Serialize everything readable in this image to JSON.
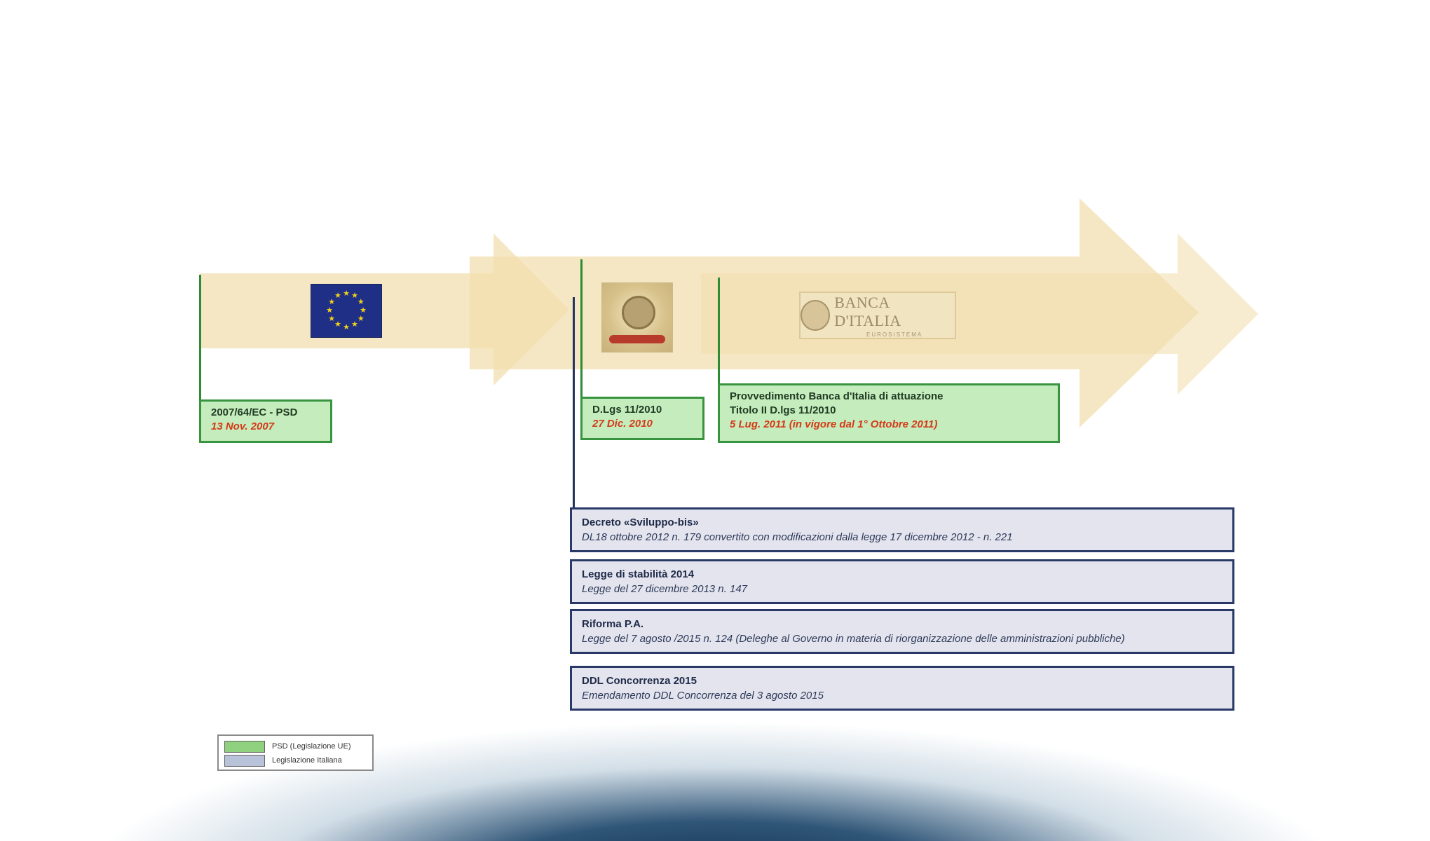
{
  "colors": {
    "eu_box_fill": "#c5ecbd",
    "eu_box_border": "#38943f",
    "date_red": "#d43a18",
    "it_box_fill": "#e4e4ee",
    "it_box_border": "#2a3a68",
    "arrow": "#f2dfaf"
  },
  "logos": {
    "eu_flag": "eu-flag-icon",
    "italian_emblem": "italian-republic-emblem-icon",
    "banca_italia": {
      "icon": "banca-ditalia-logo",
      "name": "BANCA D'ITALIA",
      "subtitle": "EUROSISTEMA"
    }
  },
  "timeline": {
    "eu_items": [
      {
        "title": "2007/64/EC - PSD",
        "date": "13 Nov. 2007"
      },
      {
        "title": "D.Lgs 11/2010",
        "date": "27 Dic. 2010"
      },
      {
        "title_lines": [
          "Provvedimento Banca d'Italia di attuazione",
          "Titolo II D.lgs 11/2010"
        ],
        "date": "5 Lug. 2011 (in vigore dal 1° Ottobre 2011)"
      }
    ],
    "it_items": [
      {
        "title": "Decreto «Sviluppo-bis»",
        "subtitle": "DL18 ottobre 2012 n. 179 convertito con modificazioni dalla legge 17 dicembre 2012 - n. 221"
      },
      {
        "title": "Legge di stabilità 2014",
        "subtitle": "Legge del 27 dicembre 2013 n. 147"
      },
      {
        "title": "Riforma P.A.",
        "subtitle": "Legge del 7 agosto /2015 n. 124 (Deleghe al Governo in materia di riorganizzazione delle amministrazioni pubbliche)"
      },
      {
        "title": "DDL Concorrenza 2015",
        "subtitle": "Emendamento DDL Concorrenza del 3 agosto 2015"
      }
    ]
  },
  "legend": [
    {
      "label": "PSD (Legislazione UE)",
      "color": "#8fd17f"
    },
    {
      "label": "Legislazione Italiana",
      "color": "#b8c2d8"
    }
  ]
}
